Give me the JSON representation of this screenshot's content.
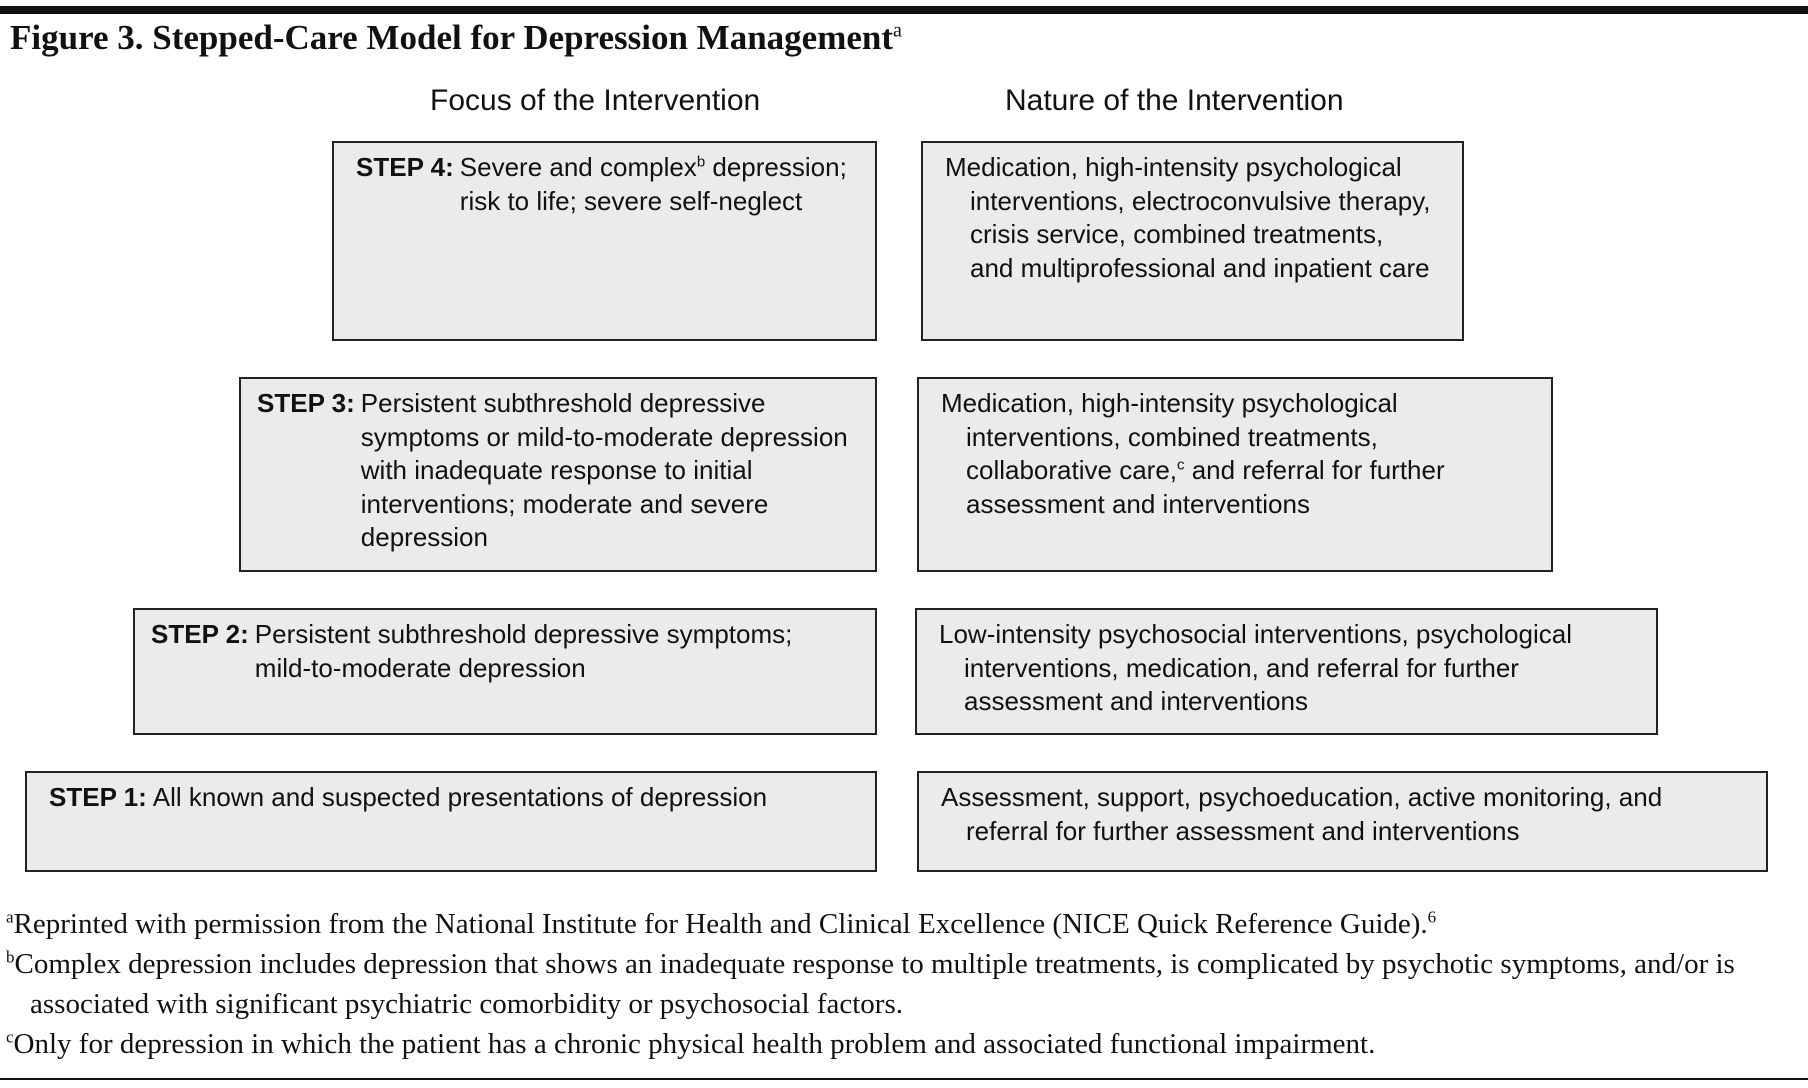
{
  "figure": {
    "title": "Figure 3. Stepped-Care Model for Depression Management",
    "title_marker": "a"
  },
  "columns": {
    "focus_header": "Focus of the Intervention",
    "nature_header": "Nature of the Intervention"
  },
  "steps": [
    {
      "label": "STEP 4:",
      "focus_before": "Severe and complex",
      "focus_marker": "b",
      "focus_after": " depression; risk to life; severe self-neglect",
      "nature_before": "Medication, high-intensity psychological interventions, electroconvulsive therapy, crisis service, combined treatments, and multiprofessional and inpatient care",
      "nature_marker": "",
      "nature_after": ""
    },
    {
      "label": "STEP 3:",
      "focus_before": "Persistent subthreshold depressive symptoms or mild-to-moderate depression with inadequate response to initial interventions; moderate and severe depression",
      "focus_marker": "",
      "focus_after": "",
      "nature_before": "Medication, high-intensity psychological interventions, combined treatments, collaborative care,",
      "nature_marker": "c",
      "nature_after": " and referral for further assessment and interventions"
    },
    {
      "label": "STEP 2:",
      "focus_before": "Persistent subthreshold depressive symptoms; mild-to-moderate depression",
      "focus_marker": "",
      "focus_after": "",
      "nature_before": "Low-intensity psychosocial interventions, psychological interventions, medication, and referral for further assessment and interventions",
      "nature_marker": "",
      "nature_after": ""
    },
    {
      "label": "STEP 1:",
      "focus_before": "All known and suspected presentations of depression",
      "focus_marker": "",
      "focus_after": "",
      "nature_before": "Assessment, support, psychoeducation, active monitoring, and referral for further assessment and interventions",
      "nature_marker": "",
      "nature_after": ""
    }
  ],
  "footnotes": [
    {
      "marker": "a",
      "text": "Reprinted with permission from the National Institute for Health and Clinical Excellence (NICE Quick Reference Guide).",
      "ref": "6"
    },
    {
      "marker": "b",
      "text": "Complex depression includes depression that shows an inadequate response to multiple treatments, is complicated by psychotic symptoms, and/or is associated with significant psychiatric comorbidity or psychosocial factors.",
      "ref": ""
    },
    {
      "marker": "c",
      "text": "Only for depression in which the patient has a chronic physical health problem and associated functional impairment.",
      "ref": ""
    }
  ]
}
